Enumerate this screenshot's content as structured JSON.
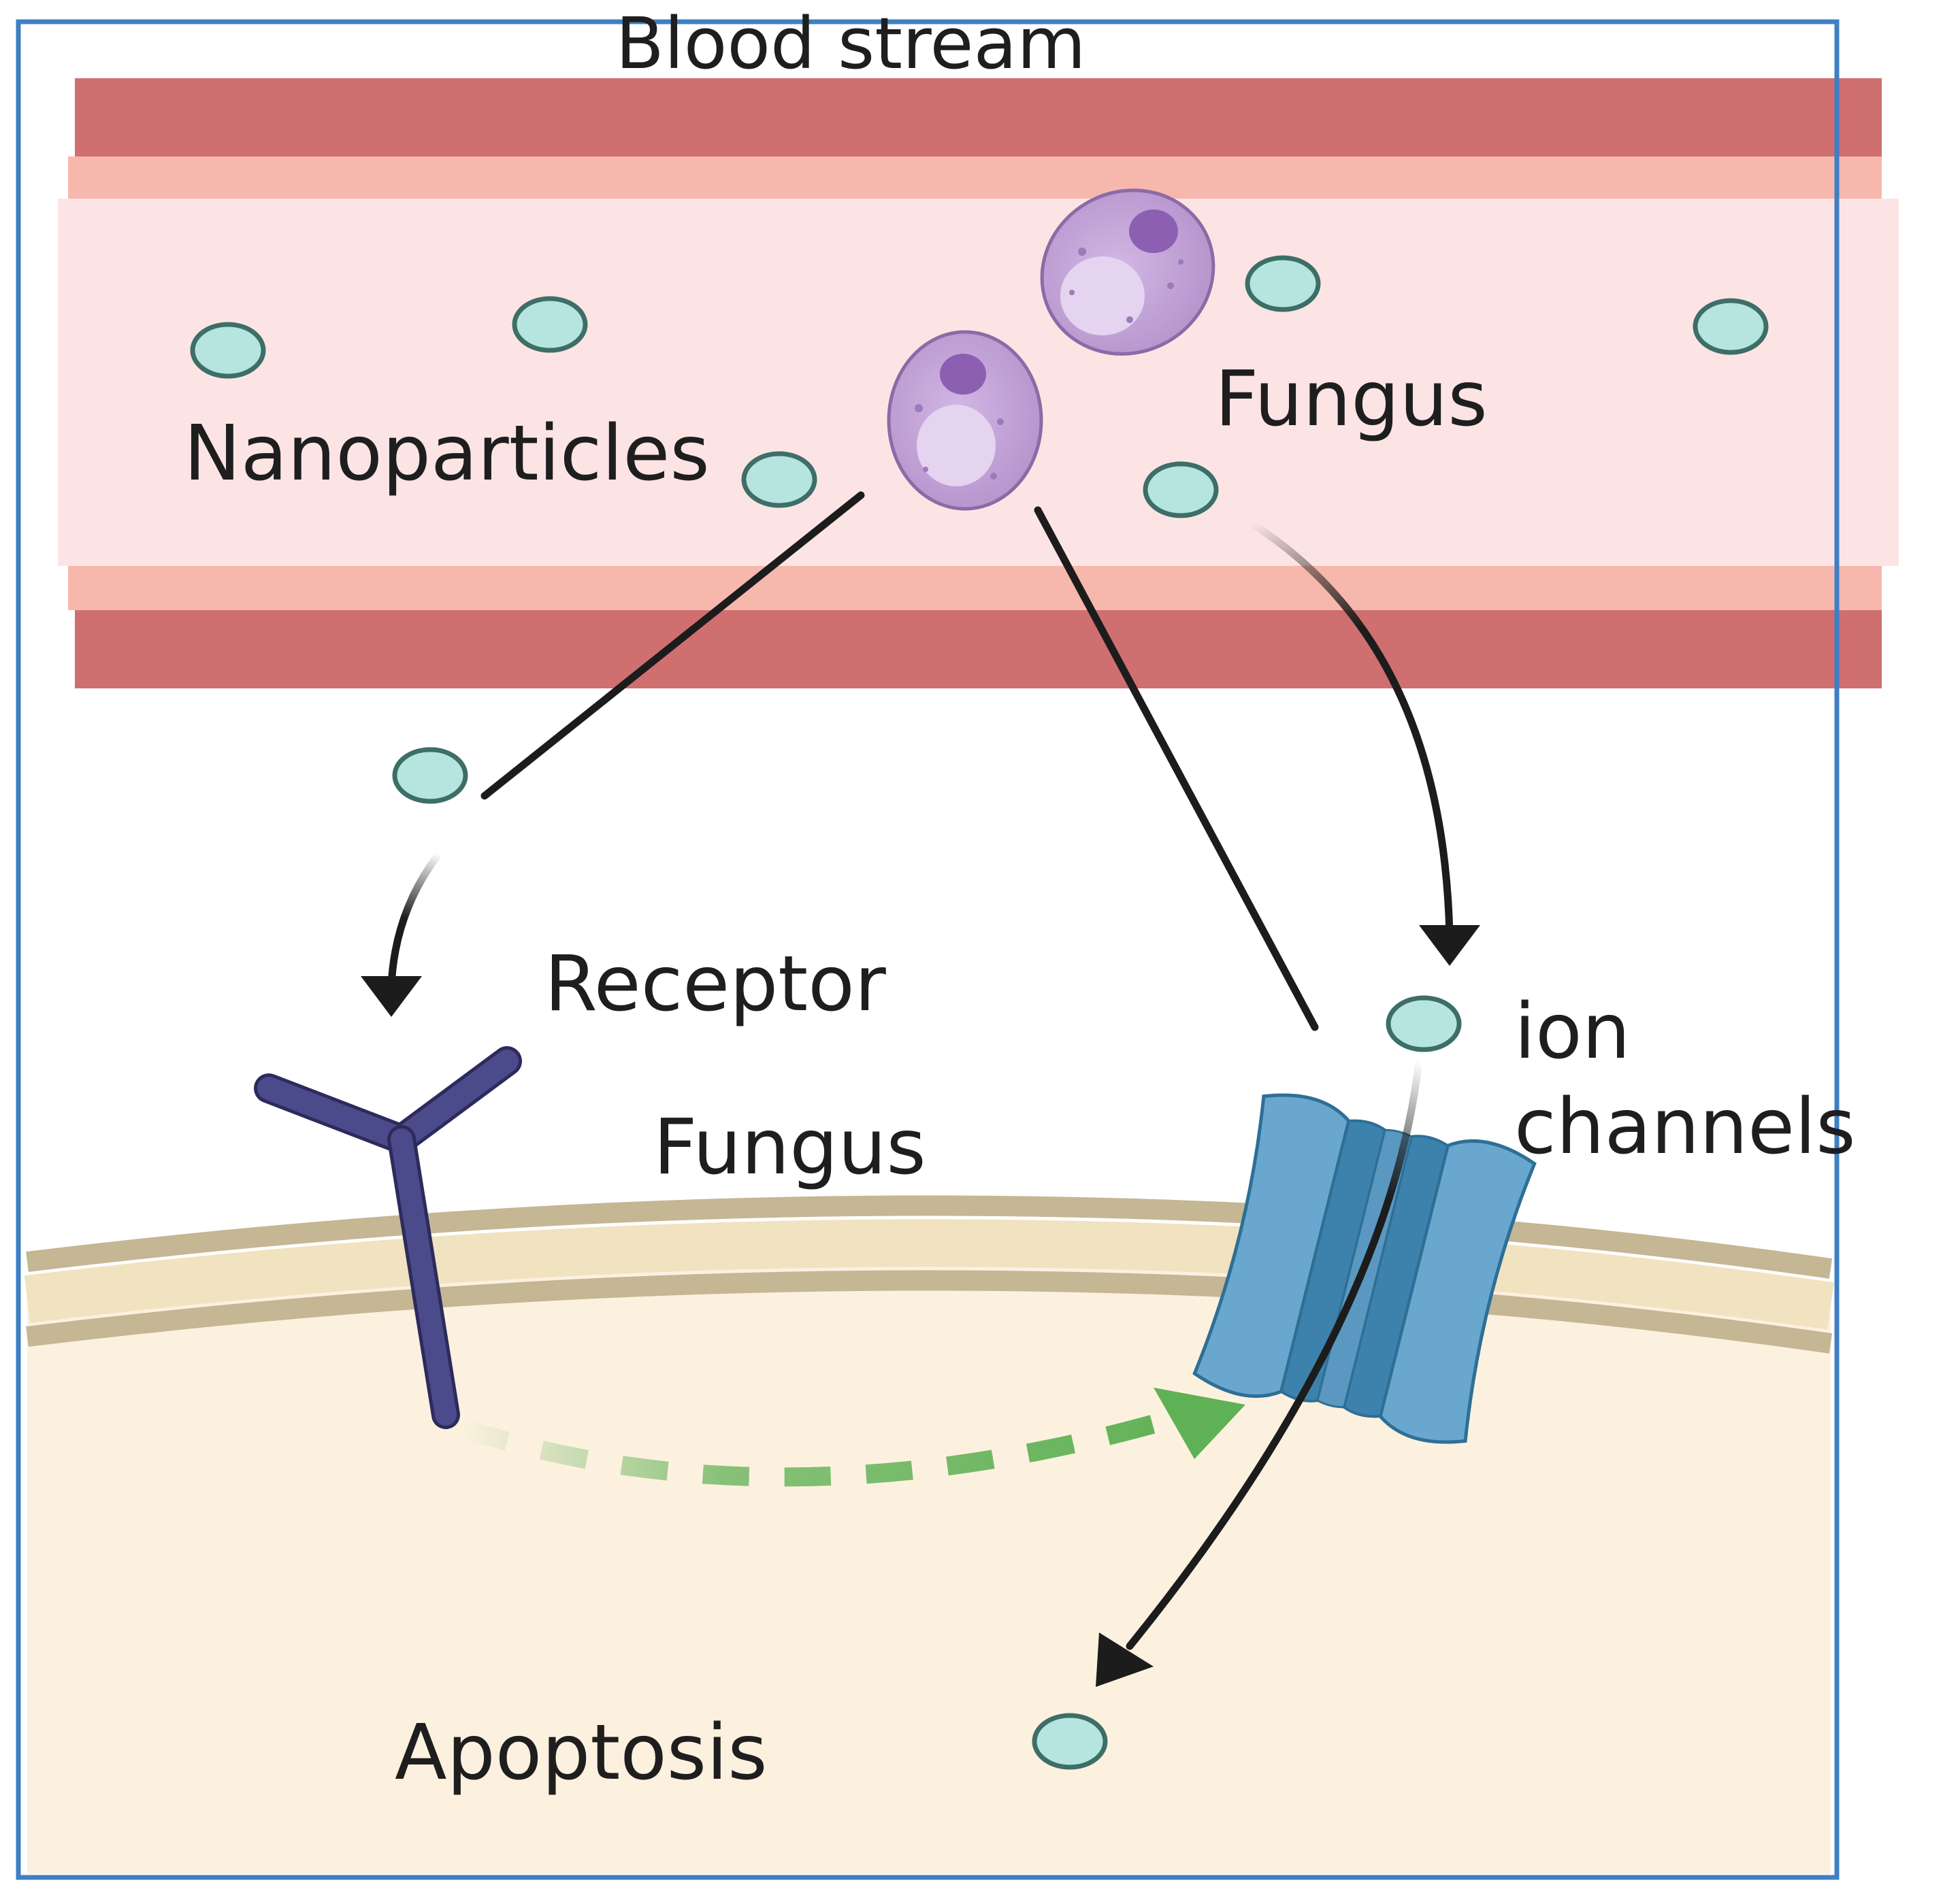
{
  "labels": {
    "blood_stream": "Blood stream",
    "nanoparticles": "Nanoparticles",
    "fungus_top": "Fungus",
    "receptor": "Receptor",
    "fungus_cell": "Fungus",
    "ion_channels_line1": "ion",
    "ion_channels_line2": "channels",
    "apoptosis": "Apoptosis"
  },
  "colors": {
    "frame_border": "#3f7fc4",
    "vessel_wall": "#cf6f6f",
    "vessel_inner_band": "#f6b8ad",
    "blood_lumen": "#fde4e4",
    "nanoparticle_fill": "#b6e4de",
    "nanoparticle_stroke": "#3d6e68",
    "fungus_cell_body": "#c6a6da",
    "fungus_nucleus": "#8c5fb3",
    "fungus_vacuole": "#e4d4ef",
    "receptor": "#4b4a8a",
    "membrane_outer": "#c5b694",
    "membrane_inner": "#f1e2c0",
    "cytoplasm": "#fcf1df",
    "ion_channel": "#6aa7cf",
    "ion_channel_dark": "#3d82ad",
    "signal_arrow": "#5fb155",
    "arrow_black": "#1c1c1c"
  }
}
